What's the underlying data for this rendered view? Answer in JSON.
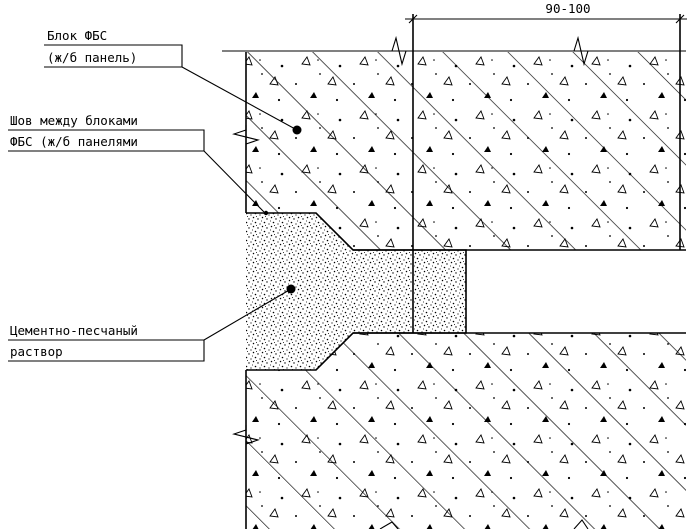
{
  "dimension": {
    "text": "90-100"
  },
  "callouts": [
    {
      "line1": "Блок ФБС",
      "line2": "(ж/б панель)"
    },
    {
      "line1": "Шов между блоками",
      "line2": "ФБС (ж/б панелями"
    },
    {
      "line1": "Цементно-песчаный",
      "line2": "раствор"
    }
  ]
}
